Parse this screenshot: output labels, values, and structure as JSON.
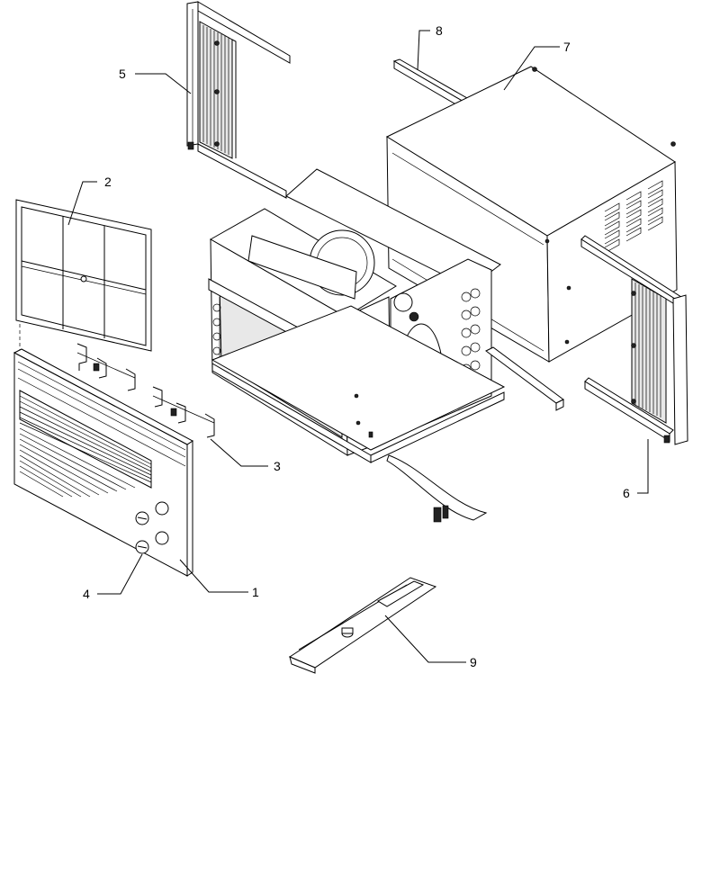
{
  "callouts": [
    {
      "id": "1",
      "label": "1"
    },
    {
      "id": "2",
      "label": "2"
    },
    {
      "id": "3",
      "label": "3"
    },
    {
      "id": "4",
      "label": "4"
    },
    {
      "id": "5",
      "label": "5"
    },
    {
      "id": "6",
      "label": "6"
    },
    {
      "id": "7",
      "label": "7"
    },
    {
      "id": "8",
      "label": "8"
    },
    {
      "id": "9",
      "label": "9"
    }
  ]
}
